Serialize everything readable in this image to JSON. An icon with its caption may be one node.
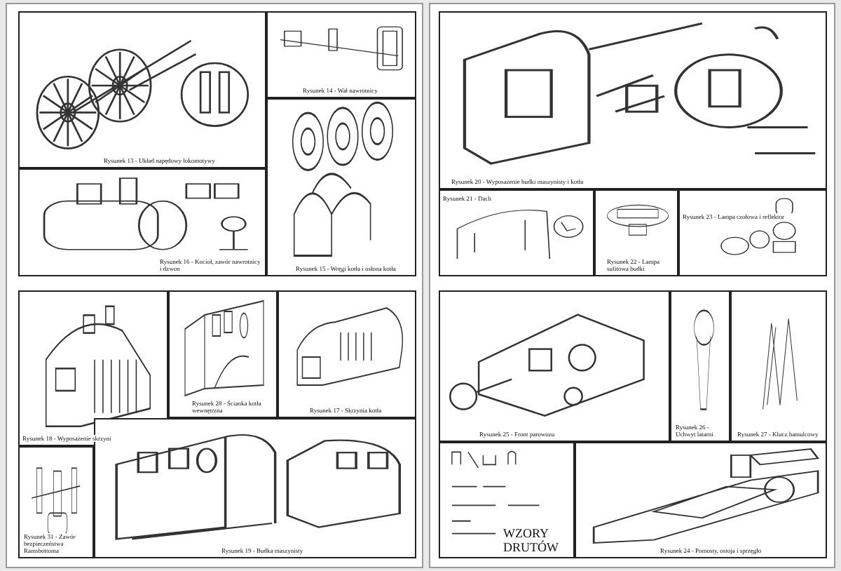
{
  "diagram": {
    "labels": [
      "Rysunek 13 - Układ napędowy lokomotywy",
      "Rysunek 14 - Wał nawrotnicy",
      "Rysunek 16 - Kocioł, zawór nawrotnicy i dzwon",
      "Rysunek 15 - Wręgi kotła i osłona kotła",
      "Rysunek 18 - Wyposażenie skrzyni",
      "Rysunek 28 - Ścianka kotła wewnętrzna",
      "Rysunek 17 - Skrzynia kotła",
      "Rysunek 31 - Zawór bezpieczeństwa Ramsbottoma",
      "Rysunek 19 - Budka maszynisty",
      "Rysunek 20 - Wyposażenie budki maszynisty i kotła",
      "Rysunek 21 - Dach",
      "Rysunek 22 - Lampa sufitowa budki",
      "Rysunek 23 - Lampa czołowa i reflektor",
      "Rysunek 25 - Front parowozu",
      "Rysunek 26 - Uchwyt latarni",
      "Rysunek 27 - Klucz hamulcowy",
      "Rysunek 24 - Pomosty, ostoja i sprzęgło",
      "WZORY DRUTÓW"
    ]
  }
}
